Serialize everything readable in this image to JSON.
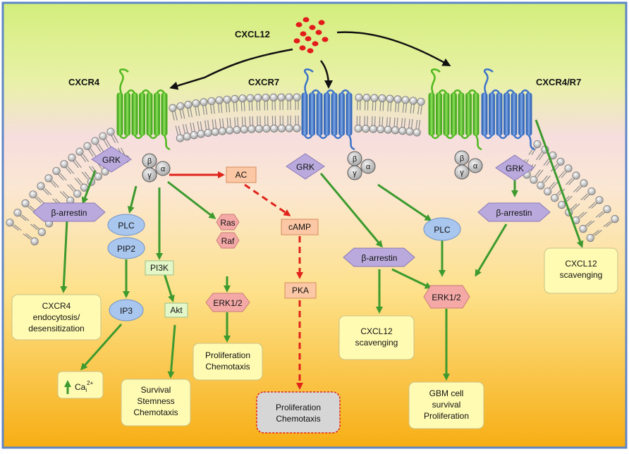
{
  "ligand": {
    "label": "CXCL12",
    "color": "#e31b1b"
  },
  "receptors": [
    {
      "id": "cxcr4",
      "label": "CXCR4",
      "color": "#4fb81e"
    },
    {
      "id": "cxcr7",
      "label": "CXCR7",
      "color": "#3b73c8"
    },
    {
      "id": "cxcr4r7",
      "label": "CXCR4/R7"
    }
  ],
  "gprotein": {
    "beta": "β",
    "gamma": "γ",
    "alpha": "α"
  },
  "left": {
    "grk": "GRK",
    "arrestin": "β-arrestin",
    "endocytosis": [
      "CXCR4",
      "endocytosis/",
      "desensitization"
    ],
    "plc": "PLC",
    "pip2": "PIP2",
    "ip3": "IP3",
    "ca": {
      "base": "Ca",
      "sub": "i",
      "sup": "2+"
    },
    "pi3k": "PI3K",
    "akt": "Akt",
    "survival": [
      "Survival",
      "Stemness",
      "Chemotaxis"
    ],
    "ras": "Ras",
    "raf": "Raf",
    "erk": "ERK1/2",
    "prolif": [
      "Proliferation",
      "Chemotaxis"
    ]
  },
  "camp_path": {
    "ac": "AC",
    "camp": "cAMP",
    "pka": "PKA",
    "prolif": [
      "Proliferation",
      "Chemotaxis"
    ]
  },
  "middle": {
    "grk": "GRK",
    "arrestin": "β-arrestin",
    "scavenging": [
      "CXCL12",
      "scavenging"
    ],
    "plc": "PLC",
    "erk": "ERK1/2",
    "gbm": [
      "GBM cell",
      "survival",
      "Proliferation"
    ]
  },
  "right": {
    "grk": "GRK",
    "arrestin": "β-arrestin",
    "scavenging": [
      "CXCL12",
      "scavenging"
    ]
  },
  "colors": {
    "arrow_green": "#3c9a2e",
    "arrow_red": "#e0231b",
    "yellow_box": "#fffbb3",
    "lilac": "#b9a9dc",
    "blue_ellipse": "#a9c6ee",
    "pink_hex": "#f4a9a7",
    "orange_box": "#fbc7a4",
    "green_box": "#e3f7c8"
  }
}
